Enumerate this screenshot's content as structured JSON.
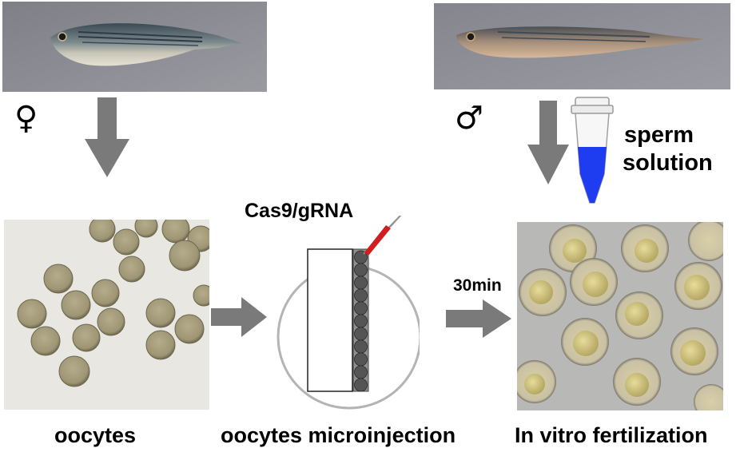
{
  "female_symbol": "♀",
  "male_symbol": "♂",
  "labels": {
    "sperm_line1": "sperm",
    "sperm_line2": "solution",
    "cas9": "Cas9/gRNA",
    "time": "30min",
    "oocytes": "oocytes",
    "microinjection": "oocytes microinjection",
    "fertilization": "In vitro fertilization"
  },
  "icons": [
    "female-zebrafish-photo",
    "male-zebrafish-photo",
    "oocytes-photo",
    "embryos-photo",
    "microcentrifuge-tube-icon",
    "injection-needle-icon"
  ],
  "colors": {
    "arrow": "#7a7a7a",
    "sperm_solution": "#1e3cf0",
    "needle": "#d21e1e",
    "photo_background": "#8a8a92",
    "oocyte": "#a39b78"
  }
}
